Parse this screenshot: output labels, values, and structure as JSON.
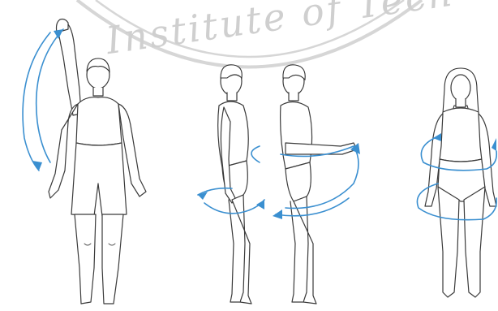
{
  "watermark": {
    "text": "Institute of Tech",
    "color": "#cfcfcf"
  },
  "arrow_color": "#3a8fd0",
  "line_color": "#3a3a3a",
  "figures": [
    {
      "name": "figure-arm-raised-front",
      "pose": "front view, right arm raised overhead",
      "motion": "shoulder-flexion"
    },
    {
      "name": "figure-side-arms-down",
      "pose": "side view, arms at sides",
      "motion": "wrist-rotation"
    },
    {
      "name": "figure-side-arm-forward",
      "pose": "side view, arm extended forward",
      "motion": "horizontal-arm-sweep"
    },
    {
      "name": "figure-front-female",
      "pose": "front view, standing",
      "motion": "trunk-rotation"
    }
  ]
}
